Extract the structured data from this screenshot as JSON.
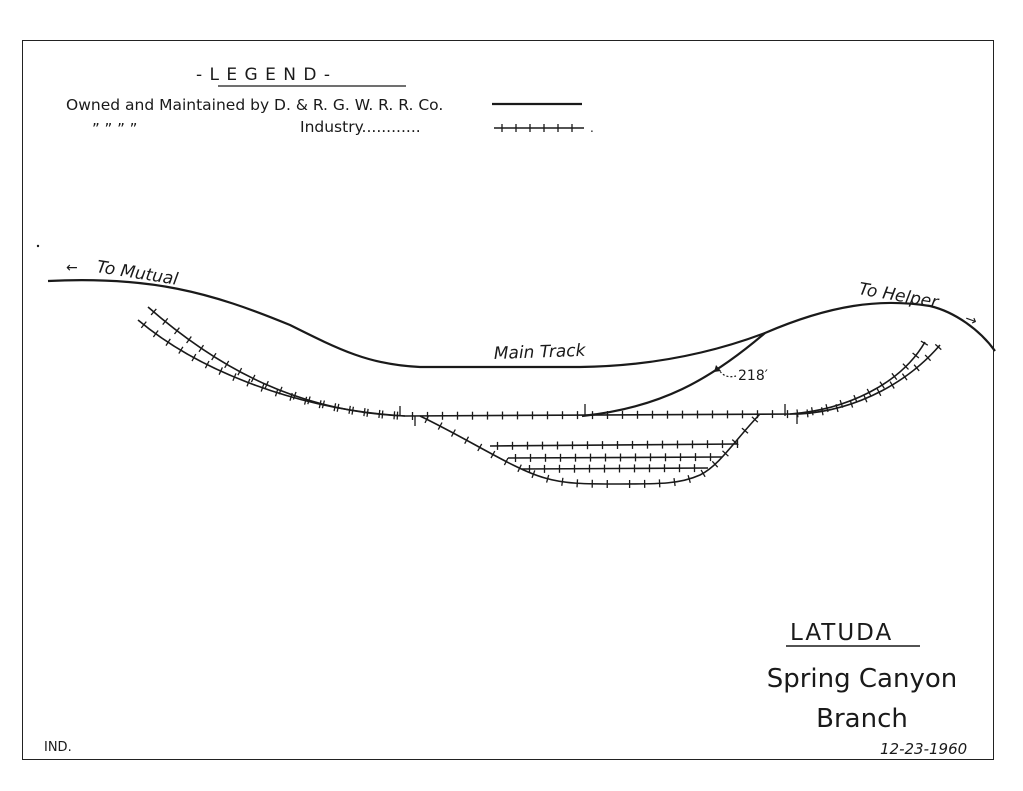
{
  "legend": {
    "title": "- L E G E N D -",
    "row1": "Owned and Maintained by D. & R. G. W. R. R. Co.",
    "row2_ditto": "”        ”          ”         ”",
    "row2_label": "Industry............"
  },
  "labels": {
    "to_mutual": "To Mutual",
    "to_helper": "To Helper",
    "main_track": "Main Track",
    "distance": "218′"
  },
  "title_block": {
    "name": "LATUDA",
    "line2": "Spring Canyon",
    "line3": "Branch",
    "date": "12-23-1960"
  },
  "footer": {
    "code": "IND."
  },
  "colors": {
    "ink": "#1a1a1a",
    "paper": "#ffffff"
  }
}
